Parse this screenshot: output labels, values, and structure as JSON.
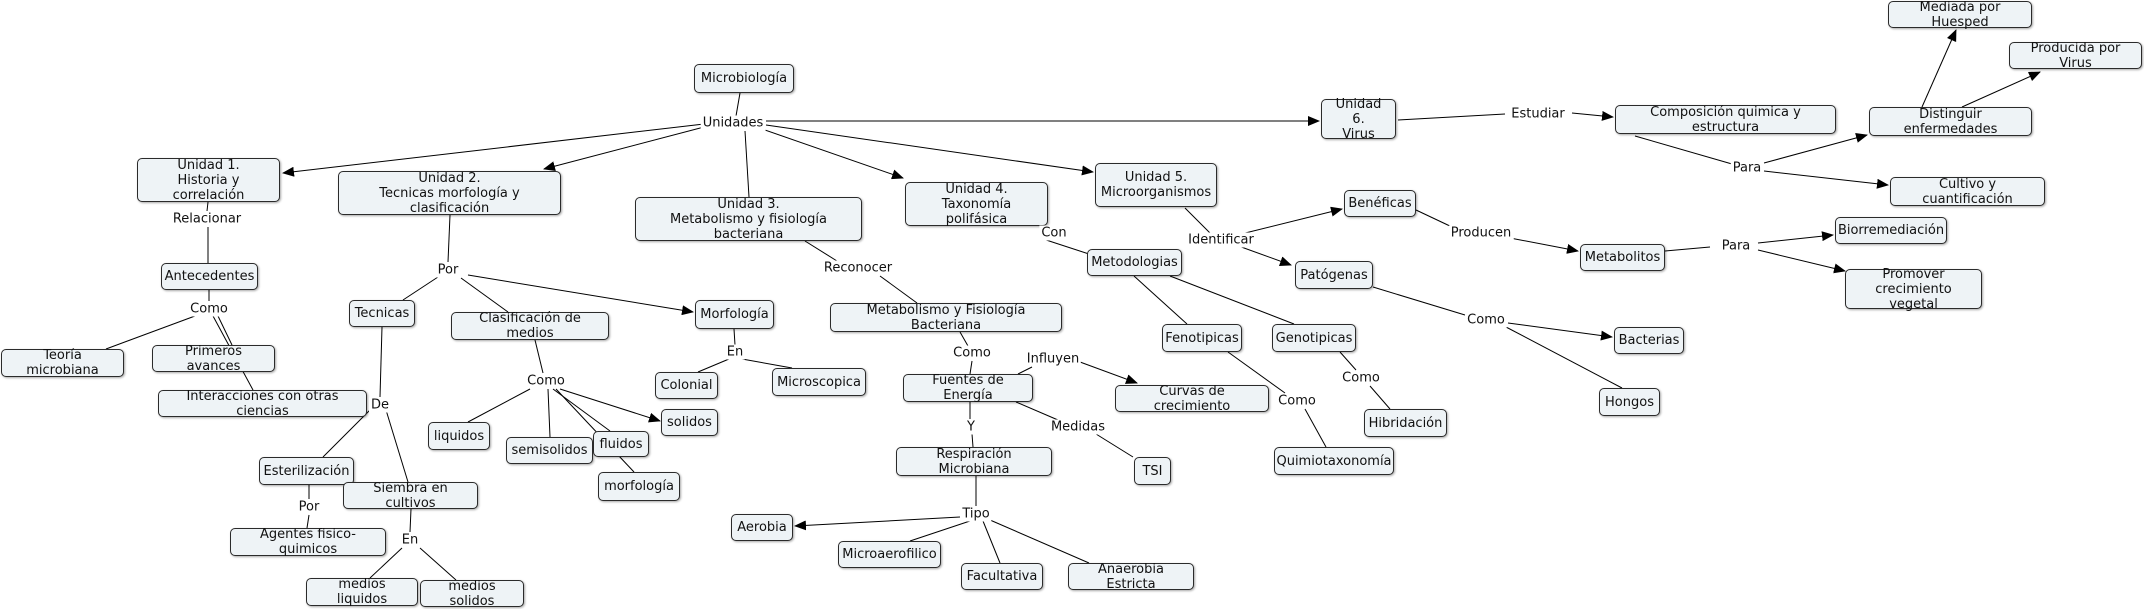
{
  "concepts": {
    "microbiologia": "Microbiología",
    "unidad1": "Unidad 1.\nHistoria y correlación",
    "unidad2": "Unidad 2.\nTecnicas morfología y clasificación",
    "unidad3": "Unidad 3.\nMetabolismo y fisiología bacteriana",
    "unidad4": "Unidad 4.\nTaxonomía polifásica",
    "unidad5": "Unidad 5.\nMicroorganismos",
    "unidad6": "Unidad 6.\nVirus",
    "composicion": "Composición quimica y estructura",
    "distinguir": "Distinguir enfermedades",
    "mediada": "Mediada por Huesped",
    "producida": "Producida por Virus",
    "cultivo": "Cultivo y cuantificación",
    "beneficas": "Benéficas",
    "metabolitos": "Metabolitos",
    "biorremediacion": "Biorremediación",
    "promover": "Promover\ncrecimiento vegetal",
    "patogenas": "Patógenas",
    "bacterias": "Bacterias",
    "hongos": "Hongos",
    "antecedentes": "Antecedentes",
    "teoria": "Teoría microbiana",
    "primeros": "Primeros avances",
    "interacciones": "Interacciones con otras ciencias",
    "tecnicas": "Tecnicas",
    "clasificacion": "Clasificación de medios",
    "morfologia_box": "Morfología",
    "colonial": "Colonial",
    "microscopica": "Microscopica",
    "liquidos": "liquidos",
    "semisolidos": "semisolidos",
    "fluidos": "fluidos",
    "solidos": "solidos",
    "morfologia_small": "morfología",
    "esterilizacion": "Esterilización",
    "siembra": "Siembra en cultivos",
    "agentes": "Agentes fisico-quimicos",
    "medios_liquidos": "medios liquidos",
    "medios_solidos": "medios solidos",
    "metabolismo": "Metabolismo y Fisiología Bacteriana",
    "fuentes": "Fuentes de Energía",
    "curvas": "Curvas de crecimiento",
    "tsi": "TSI",
    "respiracion": "Respiración Microbiana",
    "aerobia": "Aerobia",
    "microaerofilico": "Microaerofilico",
    "facultativa": "Facultativa",
    "anaerobia": "Anaerobia Estricta",
    "metodologias": "Metodologias",
    "fenotipicas": "Fenotipicas",
    "genotipicas": "Genotipicas",
    "hibridacion": "Hibridación",
    "quimiotaxonomia": "Quimiotaxonomía"
  },
  "linking_phrases": {
    "unidades": "Unidades",
    "estudiar": "Estudiar",
    "para_u6": "Para",
    "identificar": "Identificar",
    "producen": "Producen",
    "para_met": "Para",
    "como_pat": "Como",
    "relacionar": "Relacionar",
    "como_ant": "Como",
    "por_u2": "Por",
    "de": "De",
    "por_est": "Por",
    "en_siembra": "En",
    "como_clas": "Como",
    "en_morf": "En",
    "reconocer": "Reconocer",
    "como_met": "Como",
    "influyen": "Influyen",
    "medidas": "Medidas",
    "y": "Y",
    "tipo": "Tipo",
    "con": "Con",
    "como_fen": "Como",
    "como_gen": "Como"
  }
}
